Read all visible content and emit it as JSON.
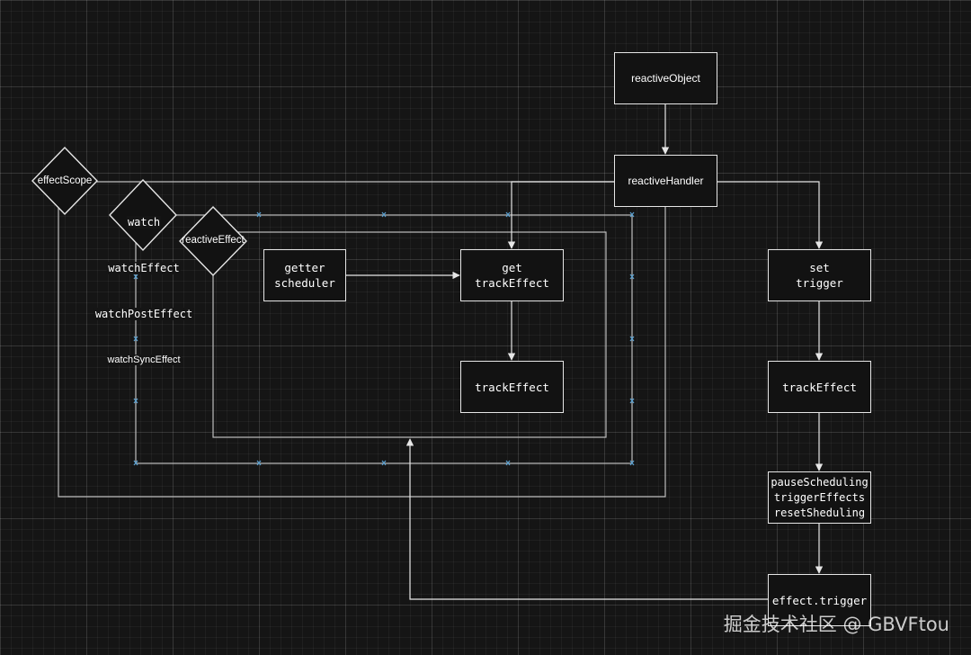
{
  "diagram": {
    "nodes": {
      "reactive_object": "reactiveObject",
      "reactive_handler": "reactiveHandler",
      "effect_scope": "effectScope",
      "watch_variants": [
        "watch",
        "watchEffect",
        "watchPostEffect",
        "watchSyncEffect"
      ],
      "reactive_effect": "reactiveEffect",
      "getter_scheduler": "getter\nscheduler",
      "get_track_effect": "get\ntrackEffect",
      "track_effect_inner": "trackEffect",
      "set_trigger": "set\ntrigger",
      "track_effect_right": "trackEffect",
      "scheduling_steps": "pauseScheduling\ntriggerEffects\nresetSheduling",
      "effect_trigger": "effect.trigger"
    },
    "colors": {
      "background": "#151515",
      "stroke": "#e6e6e6",
      "frame_stroke": "#bdbdbd",
      "marker": "#5aa0d0",
      "text": "#ffffff"
    }
  },
  "watermark": "掘金技术社区 @ GBVFtou"
}
